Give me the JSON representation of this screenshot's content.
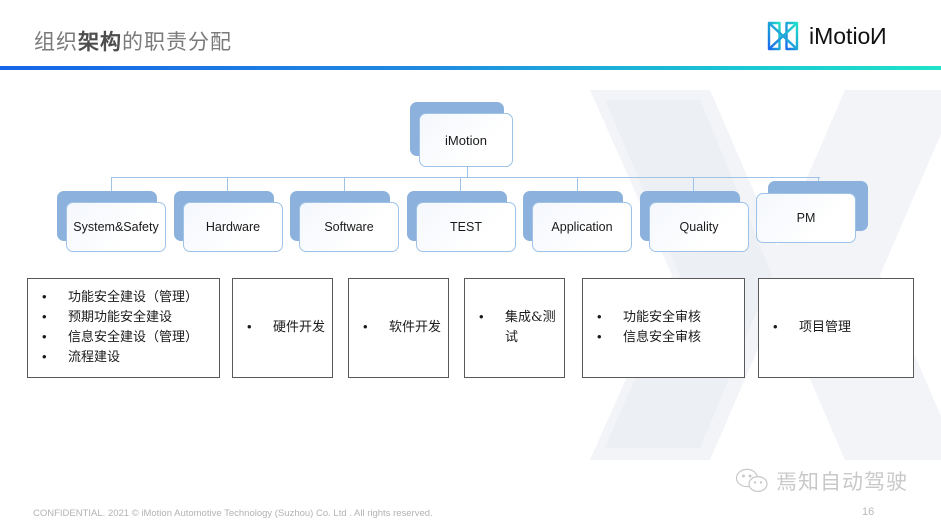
{
  "header": {
    "title_plain_1": "组织",
    "title_emphasis": "架构",
    "title_plain_2": "的职责分配",
    "title_full": "组织架构的职责分配",
    "rule_gradient_from": "#1565E8",
    "rule_gradient_to": "#1FE3C8"
  },
  "brand": {
    "name_main": "iMotio",
    "name_last_letter": "N",
    "name_full": "iMotion",
    "mark_gradient_from": "#1B6BEA",
    "mark_gradient_to": "#20E0C8"
  },
  "org_chart": {
    "root": {
      "label": "iMotion"
    },
    "departments": [
      {
        "id": "system-safety",
        "label": "System&Safety"
      },
      {
        "id": "hardware",
        "label": "Hardware"
      },
      {
        "id": "software",
        "label": "Software"
      },
      {
        "id": "test",
        "label": "TEST"
      },
      {
        "id": "application",
        "label": "Application"
      },
      {
        "id": "quality",
        "label": "Quality"
      },
      {
        "id": "pm",
        "label": "PM"
      }
    ],
    "node_fill": "#8CB1DC",
    "node_border": "#9EC3E6",
    "connector_color": "#9EC3E6"
  },
  "duties": [
    {
      "id": "system-safety",
      "items": [
        "功能安全建设（管理）",
        "预期功能安全建设",
        "信息安全建设（管理）",
        "流程建设"
      ]
    },
    {
      "id": "hardware",
      "items": [
        "硬件开发"
      ]
    },
    {
      "id": "software",
      "items": [
        "软件开发"
      ]
    },
    {
      "id": "test",
      "items": [
        "集成&测试"
      ]
    },
    {
      "id": "quality",
      "items": [
        "功能安全审核",
        "信息安全审核"
      ]
    },
    {
      "id": "pm",
      "items": [
        "项目管理"
      ]
    }
  ],
  "footer": {
    "confidential": "CONFIDENTIAL. 2021 © iMotion Automotive Technology (Suzhou) Co. Ltd . All rights reserved.",
    "page_number": "16"
  },
  "watermark": {
    "wechat_label": "焉知自动驾驶"
  }
}
